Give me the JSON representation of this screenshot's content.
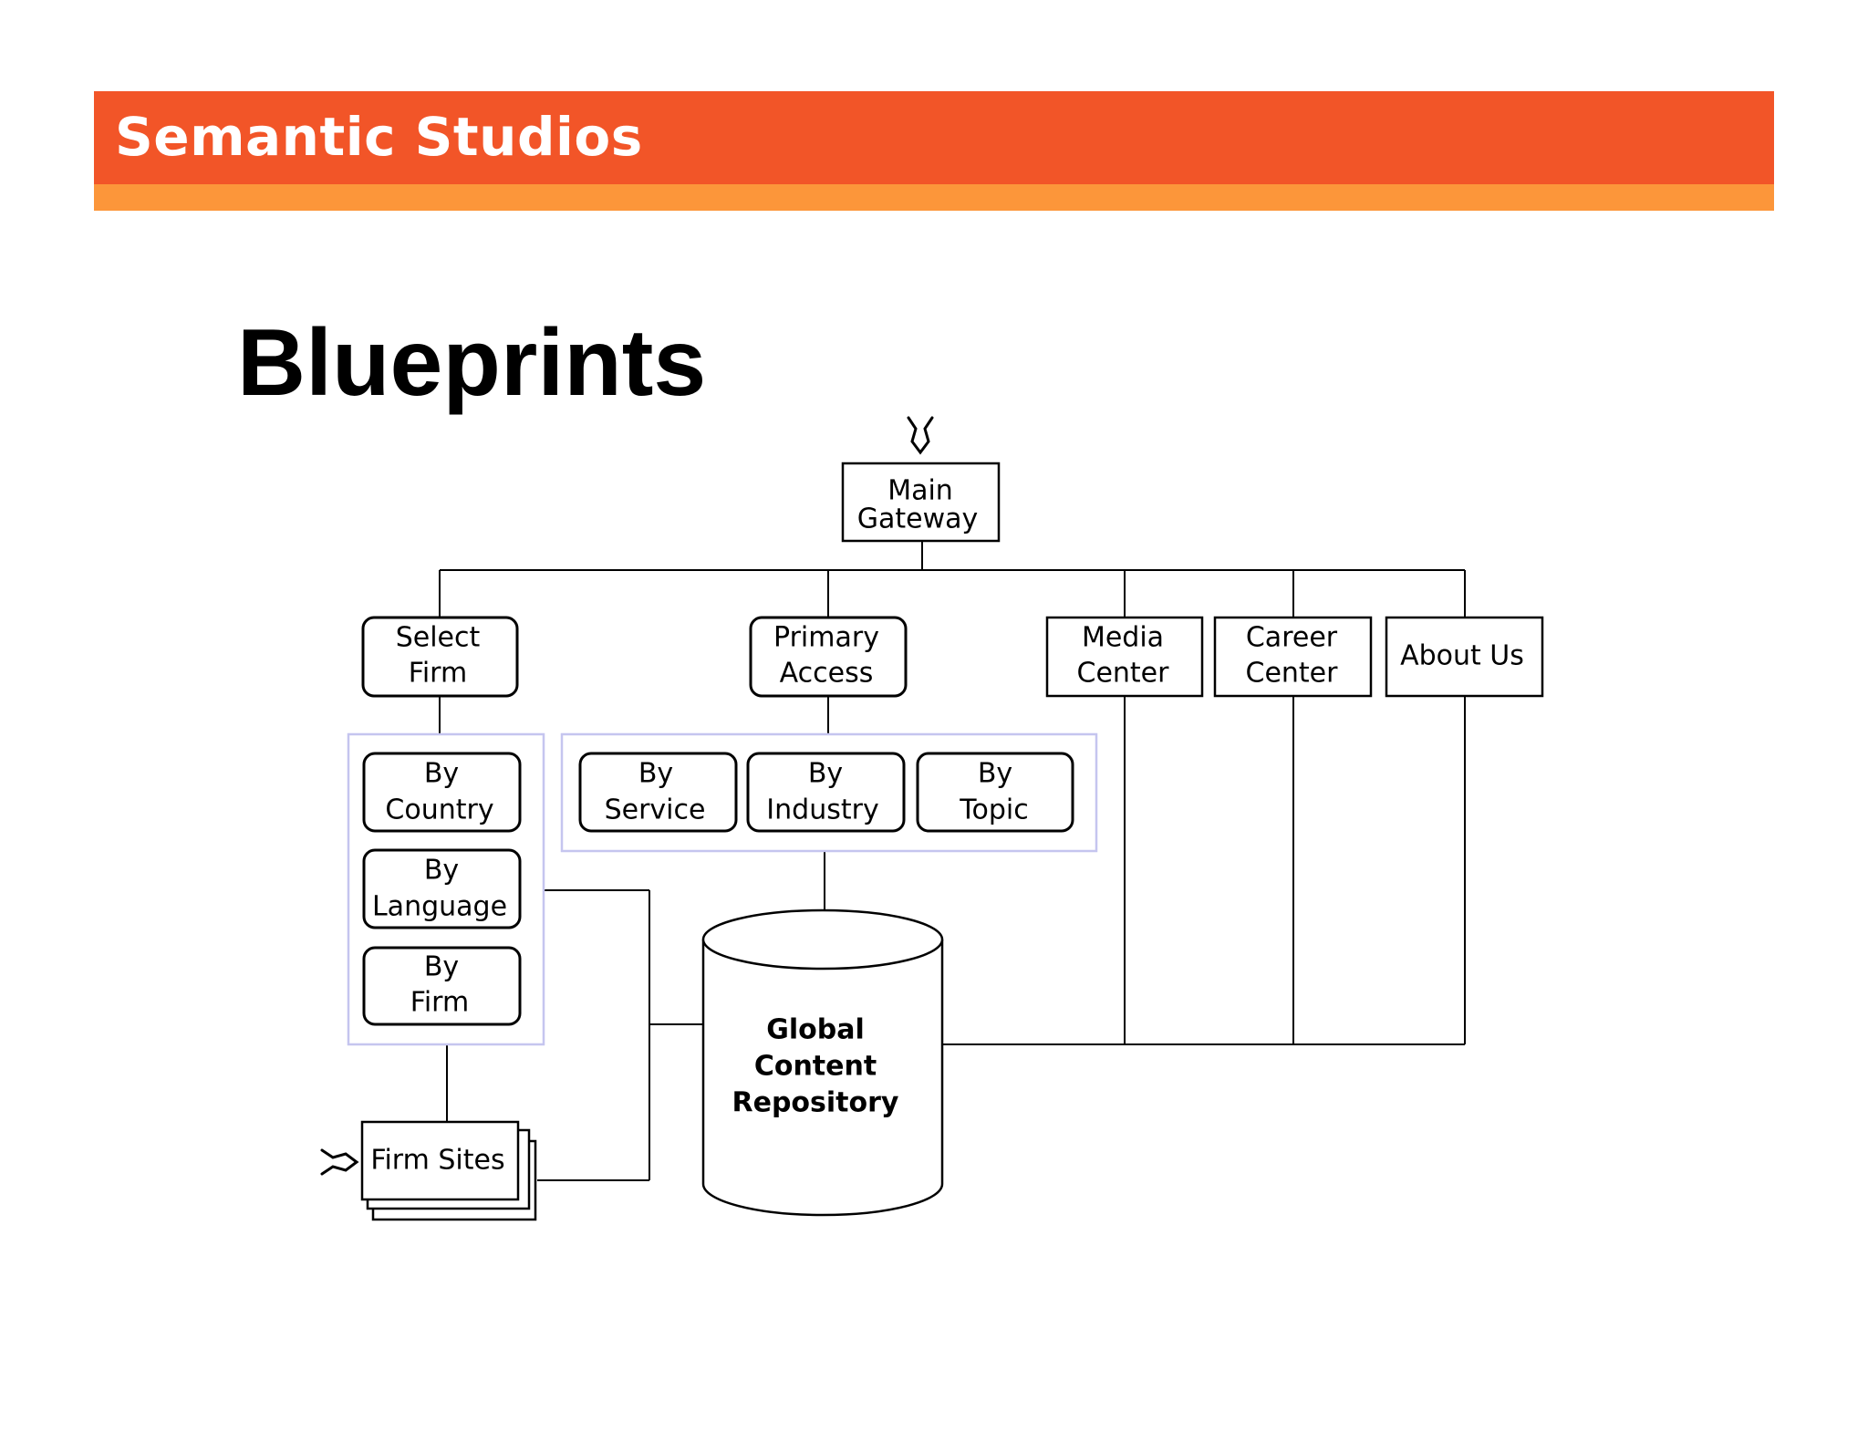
{
  "header": {
    "brand": "Semantic Studios"
  },
  "slide": {
    "title": "Blueprints"
  },
  "diagram": {
    "nodes": {
      "main_gateway": [
        "Main",
        "Gateway"
      ],
      "select_firm": [
        "Select",
        "Firm"
      ],
      "primary_access": [
        "Primary",
        "Access"
      ],
      "media_center": [
        "Media",
        "Center"
      ],
      "career_center": [
        "Career",
        "Center"
      ],
      "about_us": [
        "About Us"
      ],
      "by_country": [
        "By",
        "Country"
      ],
      "by_language": [
        "By",
        "Language"
      ],
      "by_firm": [
        "By",
        "Firm"
      ],
      "by_service": [
        "By",
        "Service"
      ],
      "by_industry": [
        "By",
        "Industry"
      ],
      "by_topic": [
        "By",
        "Topic"
      ],
      "global_content_repository": [
        "Global",
        "Content",
        "Repository"
      ],
      "firm_sites": [
        "Firm Sites"
      ]
    }
  }
}
